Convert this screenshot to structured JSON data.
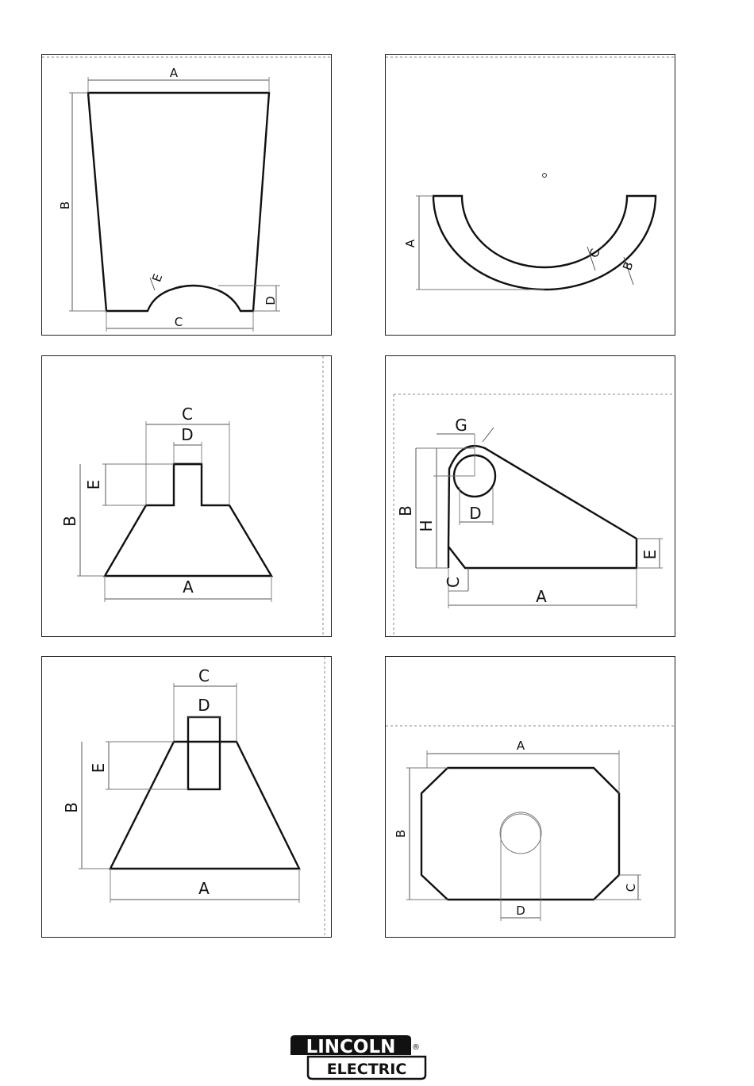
{
  "panels": [
    {
      "name": "trapezoid-notch",
      "labels": {
        "A": "A",
        "B": "B",
        "C": "C",
        "D": "D",
        "E": "E"
      }
    },
    {
      "name": "half-ring",
      "labels": {
        "A": "A",
        "B": "B",
        "C": "C"
      }
    },
    {
      "name": "stepped-taper",
      "labels": {
        "A": "A",
        "B": "B",
        "C": "C",
        "D": "D",
        "E": "E"
      }
    },
    {
      "name": "bracket-hole",
      "labels": {
        "A": "A",
        "B": "B",
        "C": "C",
        "D": "D",
        "E": "E",
        "G": "G",
        "H": "H"
      }
    },
    {
      "name": "taper-slot",
      "labels": {
        "A": "A",
        "B": "B",
        "C": "C",
        "D": "D",
        "E": "E"
      }
    },
    {
      "name": "octagon-keyhole",
      "labels": {
        "A": "A",
        "B": "B",
        "C": "C",
        "D": "D"
      }
    }
  ],
  "logo": {
    "line1": "LINCOLN",
    "line2": "ELECTRIC",
    "mark": "®"
  }
}
